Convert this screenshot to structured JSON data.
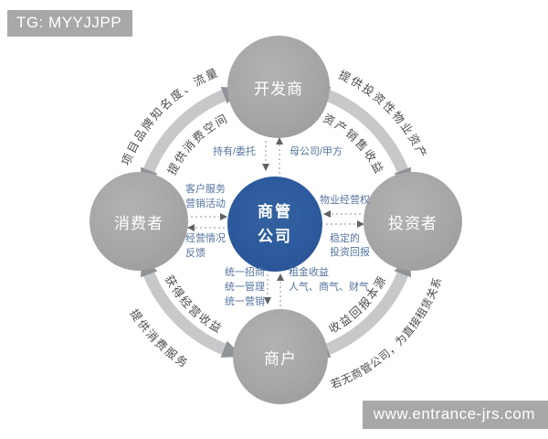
{
  "overlays": {
    "tg_label": "TG: MYYJJPP",
    "watermark": "www.entrance-jrs.com"
  },
  "nodes": {
    "center": {
      "line1": "商管",
      "line2": "公司"
    },
    "top": {
      "label": "开发商"
    },
    "left": {
      "label": "消费者"
    },
    "right": {
      "label": "投资者"
    },
    "bottom": {
      "label": "商户"
    }
  },
  "connectors": {
    "developer_to_center": "持有/委托",
    "center_to_developer": "母公司/甲方",
    "center_to_consumer": [
      "客户服务",
      "营销活动"
    ],
    "consumer_to_center": [
      "经营情况",
      "反馈"
    ],
    "investor_to_center": "物业经营权",
    "center_to_investor": [
      "稳定的",
      "投资回报"
    ],
    "center_to_merchant": [
      "统一招商",
      "统一管理",
      "统一营销"
    ],
    "merchant_to_center": [
      "租金收益",
      "人气、商气、财气"
    ]
  },
  "arcs": {
    "top_left": {
      "outer": "项目品牌知名度、流量",
      "inner": "提供消费空间"
    },
    "top_right": {
      "outer": "提供投资性物业资产",
      "inner": "资产销售收益"
    },
    "bottom_left": {
      "outer": "提供消费服务",
      "inner": "获得经营收益"
    },
    "bottom_right": {
      "outer": "若无商管公司，为直接租赁关系",
      "inner": "收益回报本源"
    }
  },
  "colors": {
    "center_circle": "#2d5a9e",
    "outer_circle": "#a6a6a6",
    "arc_band": "#c6c8ca",
    "arc_arrowhead": "#8f9296",
    "connector_label": "#55749f",
    "curved_text": "#4c4c4c",
    "watermark_bar": "#a8a8a8"
  }
}
